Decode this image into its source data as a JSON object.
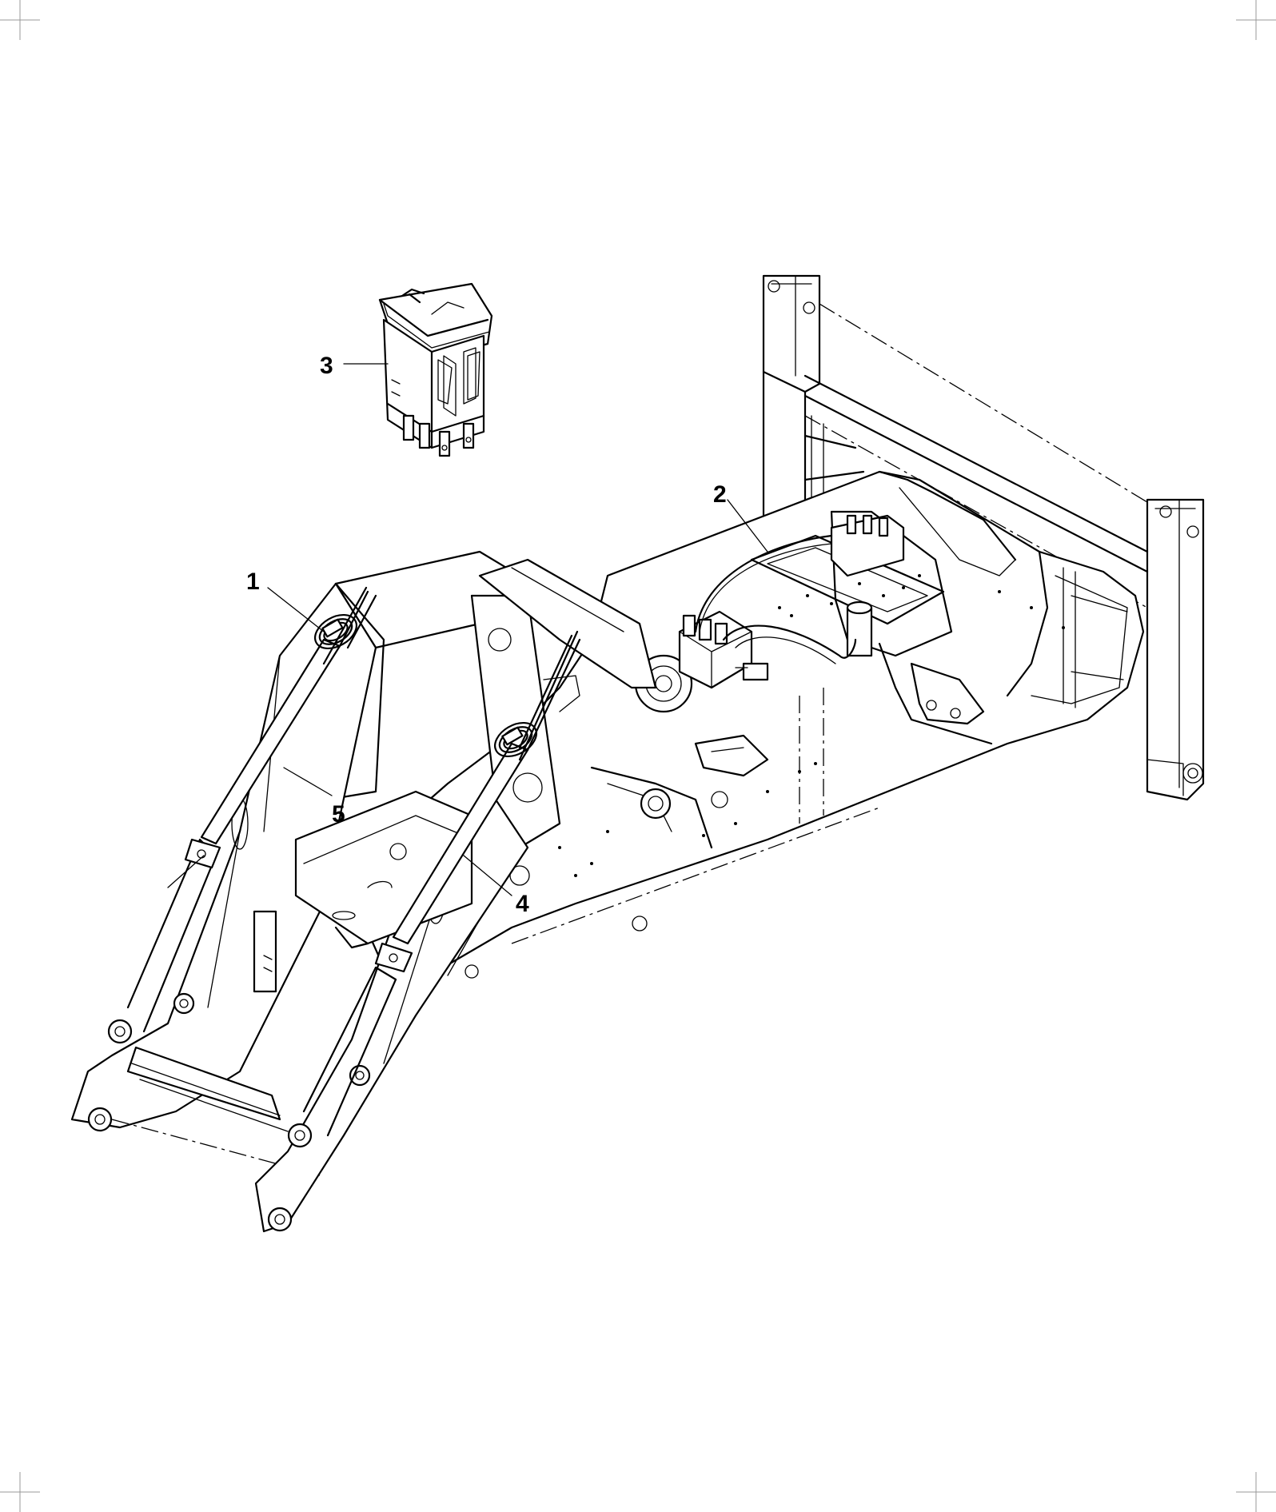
{
  "diagram": {
    "callouts": [
      {
        "id": "1",
        "label": "1"
      },
      {
        "id": "2",
        "label": "2"
      },
      {
        "id": "3",
        "label": "3"
      },
      {
        "id": "4",
        "label": "4"
      },
      {
        "id": "5",
        "label": "5"
      }
    ],
    "parts": [
      "hydraulic-cylinder-left",
      "hose-harness",
      "rocker-switch",
      "hydraulic-cylinder-right",
      "cylinder-rod-left"
    ],
    "colors": {
      "line": "#000000",
      "background": "#ffffff"
    }
  }
}
